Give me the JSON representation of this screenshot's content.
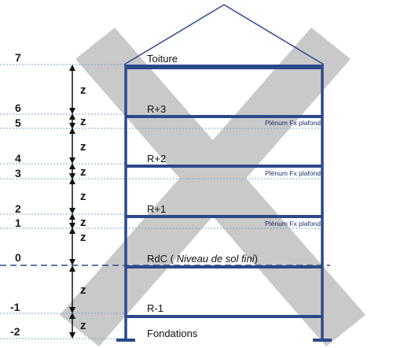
{
  "colors": {
    "structure": "#2c4a8a",
    "guide": "#7aa7d4",
    "cross": "#c9c9c9",
    "text": "#1a1a1a",
    "plenum": "#1f2f6b"
  },
  "levels": {
    "l7": "7",
    "l6": "6",
    "l5": "5",
    "l4": "4",
    "l3": "3",
    "l2": "2",
    "l1": "1",
    "l0": "0",
    "lm1": "-1",
    "lm2": "-2"
  },
  "z_label": "z",
  "floors": {
    "roof": "Toiture",
    "r3": "R+3",
    "r2": "R+2",
    "r1": "R+1",
    "rdc_prefix": "RdC ( ",
    "rdc_italic": "Niveau de sol fini",
    "rdc_suffix": ")",
    "rm1": "R-1",
    "foundations": "Fondations"
  },
  "plenum_label": "Plénum Fx plafond"
}
